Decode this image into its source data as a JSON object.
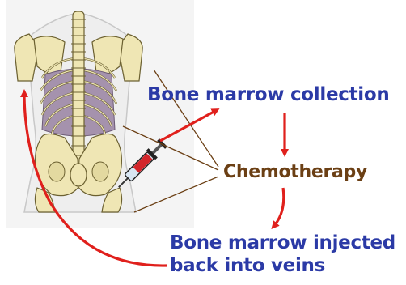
{
  "labels": {
    "collection": "Bone marrow collection",
    "chemotherapy": "Chemotherapy",
    "injected_line1": "Bone marrow injected",
    "injected_line2": "back into veins"
  },
  "colors": {
    "arrow": "#e0201c",
    "label_blue": "#2b3aa6",
    "label_brown": "#6b3f14",
    "bone": "#efe6b4",
    "bone_outline": "#6b6030",
    "body_fill": "#f2f2f2",
    "organ": "#a592ad"
  },
  "icons": {
    "torso": "skeleton-torso-illustration",
    "syringe": "syringe-icon"
  }
}
